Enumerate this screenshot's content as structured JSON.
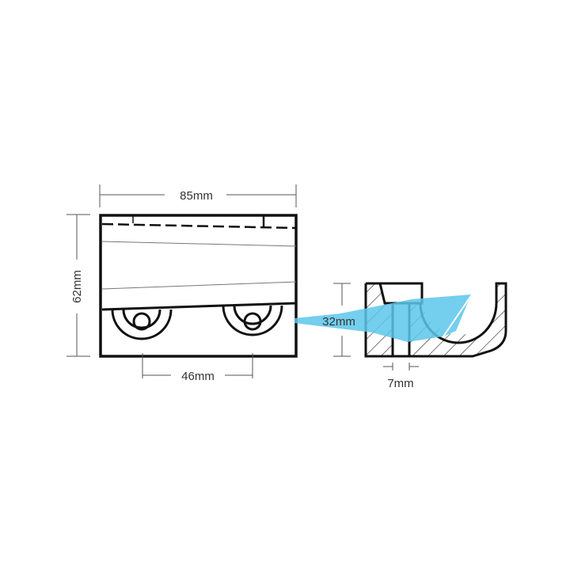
{
  "dimensions": {
    "width": "85mm",
    "height": "62mm",
    "hole_spacing": "46mm",
    "depth": "32mm",
    "slot_width": "7mm"
  },
  "colors": {
    "outline": "#111111",
    "dimension_line": "#555555",
    "highlight": "#5cc6ea"
  }
}
